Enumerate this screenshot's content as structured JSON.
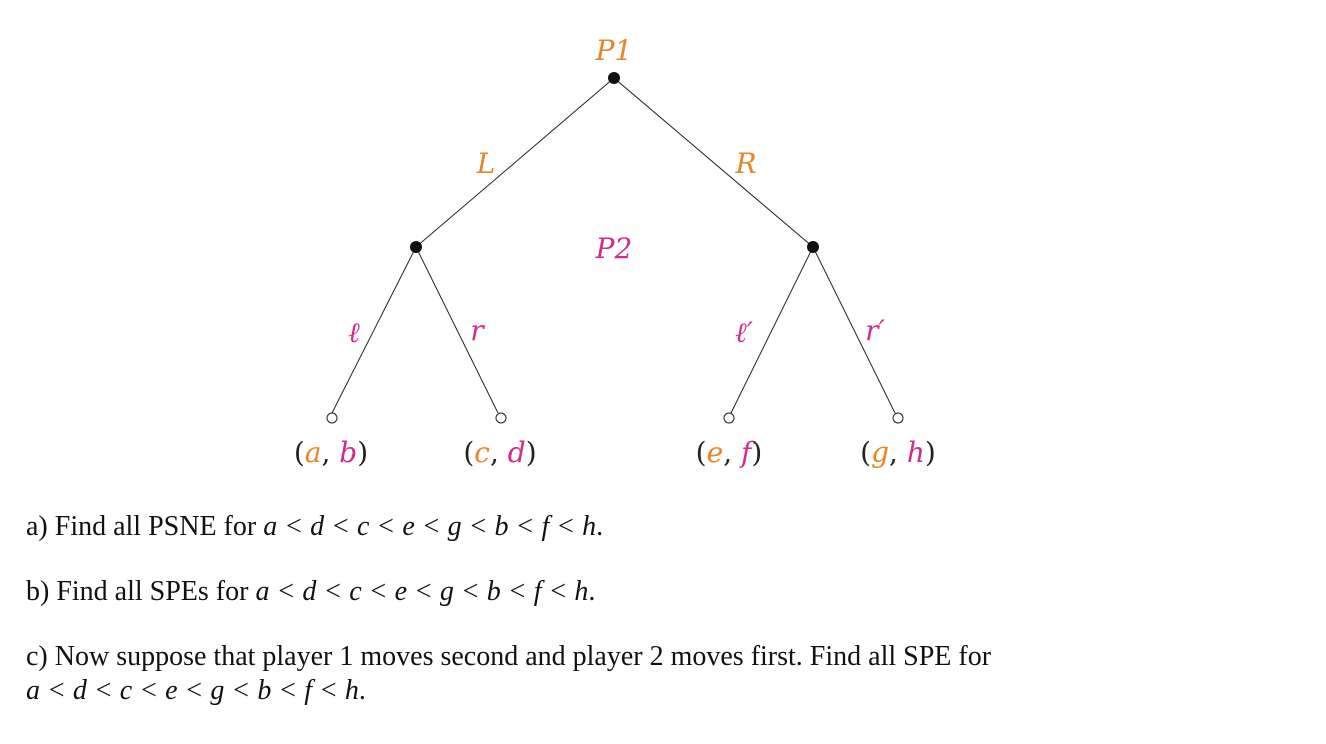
{
  "tree": {
    "player1_label": "P1",
    "player2_label": "P2",
    "actions_p1": {
      "left": "L",
      "right": "R"
    },
    "actions_p2_left_node": {
      "left": "ℓ",
      "right": "r"
    },
    "actions_p2_right_node": {
      "left": "ℓ′",
      "right": "r′"
    },
    "payoffs": [
      {
        "p1": "a",
        "p2": "b"
      },
      {
        "p1": "c",
        "p2": "d"
      },
      {
        "p1": "e",
        "p2": "f"
      },
      {
        "p1": "g",
        "p2": "h"
      }
    ],
    "colors": {
      "player1": "#e8852a",
      "player2": "#d42a8e",
      "edges": "#222222"
    }
  },
  "questions": {
    "a": {
      "prefix": "a) Find all PSNE for ",
      "ordering": "a < d < c < e < g < b < f < h",
      "suffix": "."
    },
    "b": {
      "prefix": "b) Find all SPEs for ",
      "ordering": "a < d < c < e < g < b < f < h",
      "suffix": "."
    },
    "c": {
      "prefix": "c) Now suppose that player 1 moves second and player 2 moves first. Find all SPE for",
      "ordering": "a < d < c < e < g < b < f < h",
      "suffix": "."
    }
  }
}
